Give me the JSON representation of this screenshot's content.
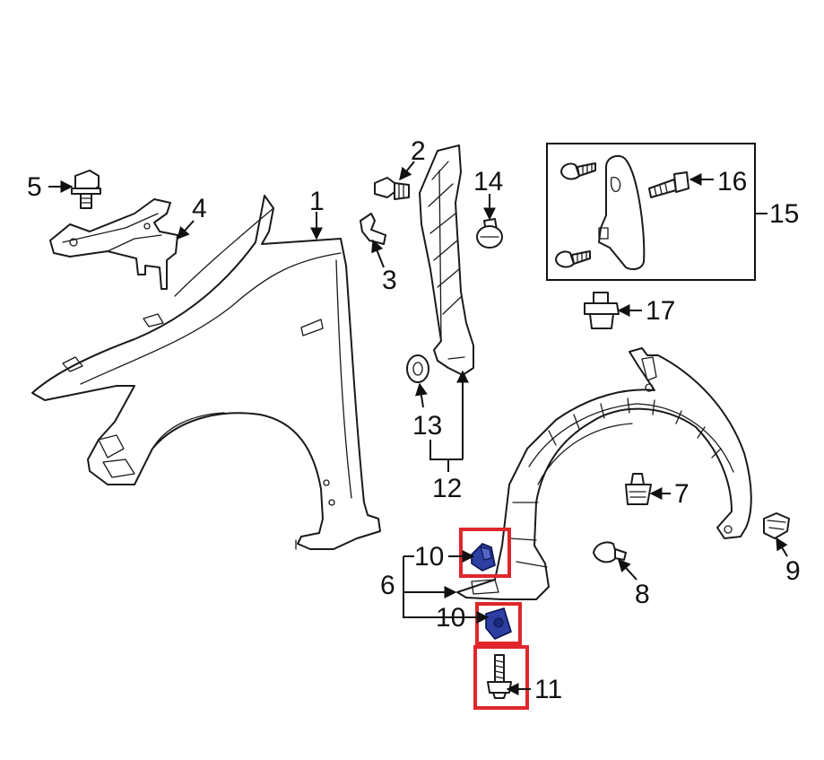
{
  "labels": {
    "p1": "1",
    "p2": "2",
    "p3": "3",
    "p4": "4",
    "p5": "5",
    "p6": "6",
    "p7": "7",
    "p8": "8",
    "p9": "9",
    "p10a": "10",
    "p10b": "10",
    "p11": "11",
    "p12": "12",
    "p13": "13",
    "p14": "14",
    "p15": "15",
    "p16": "16",
    "p17": "17"
  },
  "colors": {
    "highlight": "#e0262b",
    "clip": "#2d3fa3",
    "line": "#1a1a1a"
  }
}
